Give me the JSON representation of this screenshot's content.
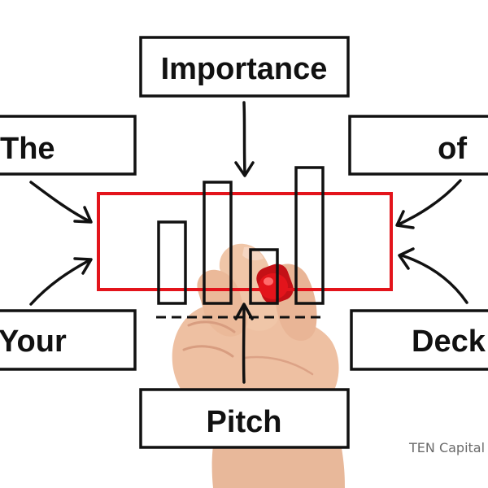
{
  "diagram": {
    "boxes": {
      "top": "Importance",
      "left_top": "The",
      "right_top": "of",
      "left_bottom": "Your",
      "right_bottom": "Deck",
      "bottom": "Pitch"
    },
    "chart_bars": 4,
    "highlight_color": "#e3141b",
    "ink_color": "#111111",
    "marker_color": "#e3141b"
  },
  "watermark": "TEN Capital"
}
